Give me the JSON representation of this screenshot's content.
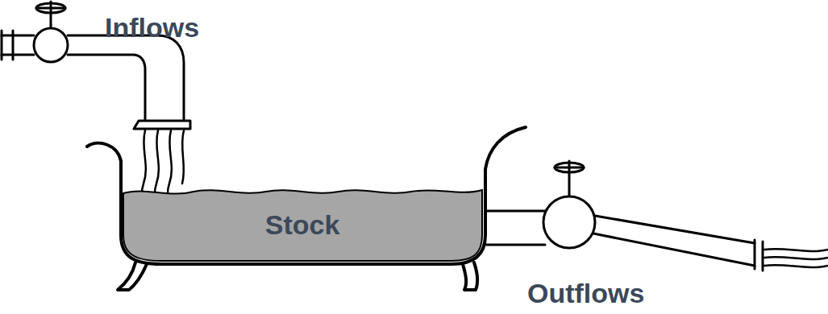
{
  "diagram": {
    "nodes": [
      {
        "text": [
          "Stock"
        ]
      }
    ],
    "labels": [
      "Inflows",
      "Outflows"
    ]
  }
}
